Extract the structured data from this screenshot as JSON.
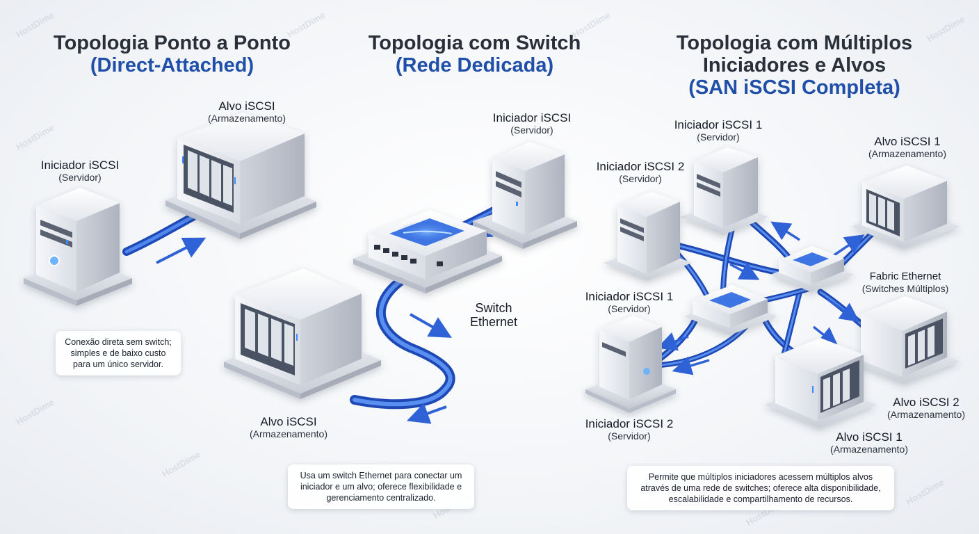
{
  "watermark": "HostDime",
  "panels": [
    {
      "title": "Topologia Ponto a Ponto",
      "subtitle": "(Direct-Attached)",
      "initiator": {
        "name": "Iniciador iSCSI",
        "role": "(Servidor)"
      },
      "target": {
        "name": "Alvo iSCSI",
        "role": "(Armazenamento)"
      },
      "note": "Conexão direta sem switch; simples e de baixo custo para um único servidor."
    },
    {
      "title": "Topologia com Switch",
      "subtitle": "(Rede Dedicada)",
      "initiator": {
        "name": "Iniciador iSCSI",
        "role": "(Servidor)"
      },
      "switch": {
        "line1": "Switch",
        "line2": "Ethernet"
      },
      "target": {
        "name": "Alvo iSCSI",
        "role": "(Armazenamento)"
      },
      "note": "Usa um switch Ethernet para conectar um iniciador e um alvo; oferece flexibilidade e gerenciamento centralizado."
    },
    {
      "title_line1": "Topologia com Múltiplos",
      "title_line2": "Iniciadores e Alvos",
      "subtitle": "(SAN iSCSI Completa)",
      "initiators": [
        {
          "name": "Iniciador iSCSI 1",
          "role": "(Servidor)"
        },
        {
          "name": "Iniciador iSCSI 2",
          "role": "(Servidor)"
        },
        {
          "name": "Iniciador iSCSI 1",
          "role": "(Servidor)"
        },
        {
          "name": "Iniciador iSCSI 2",
          "role": "(Servidor)"
        }
      ],
      "targets": [
        {
          "name": "Alvo iSCSI 1",
          "role": "(Armazenamento)"
        },
        {
          "name": "Alvo iSCSI 2",
          "role": "(Armazenamento)"
        },
        {
          "name": "Alvo iSCSI 1",
          "role": "(Armazenamento)"
        }
      ],
      "fabric": {
        "name": "Fabric Ethernet",
        "role": "(Switches Múltiplos)"
      },
      "note": "Permite que múltiplos iniciadores acessem múltiplos alvos através de uma rede de switches; oferece alta disponibilidade, escalabilidade e compartilhamento de recursos."
    }
  ],
  "colors": {
    "accent": "#1f4fa8",
    "cable": "#2f62d6",
    "device": "#e8ebf0",
    "drive": "#4a5263",
    "led": "#3d8cff"
  }
}
